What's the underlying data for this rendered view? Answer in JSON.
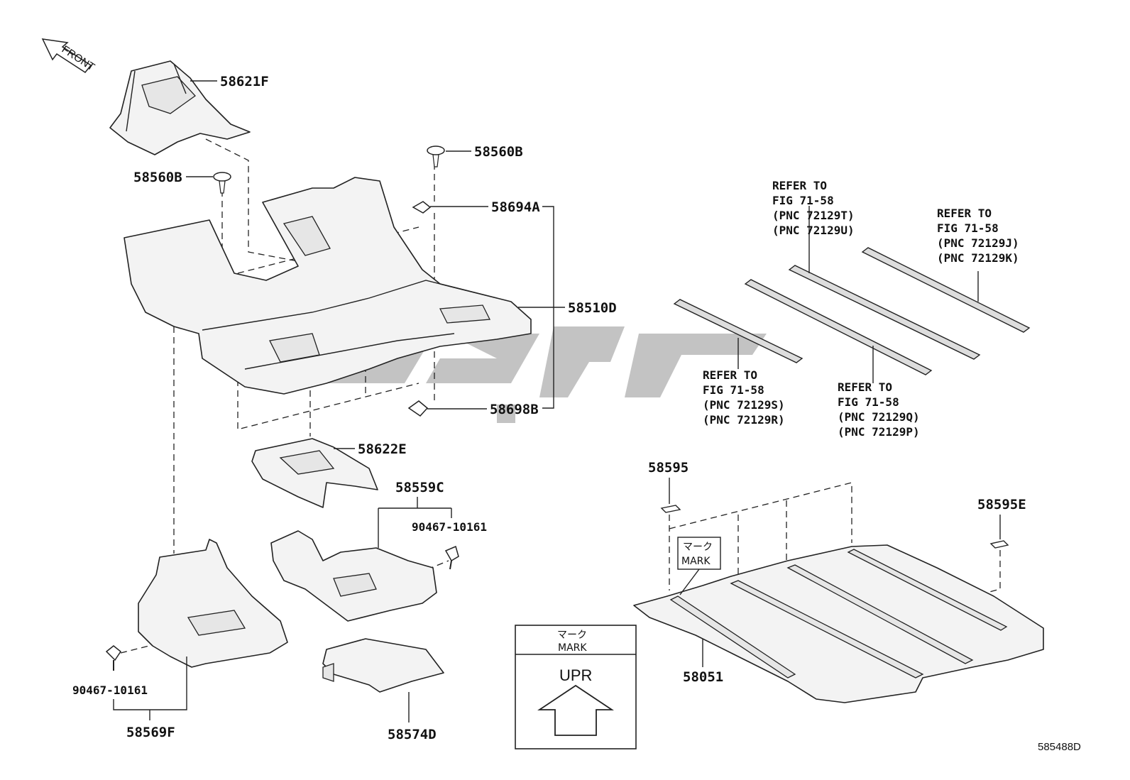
{
  "front_arrow": {
    "label": "FRONT"
  },
  "parts": {
    "p58621F": "58621F",
    "p58560B_a": "58560B",
    "p58560B_b": "58560B",
    "p58694A": "58694A",
    "p58510D": "58510D",
    "p58698B": "58698B",
    "p58622E": "58622E",
    "p58559C": "58559C",
    "p90467_a": "90467-10161",
    "p90467_b": "90467-10161",
    "p58569F": "58569F",
    "p58574D": "58574D",
    "p58595": "58595",
    "p58595E": "58595E",
    "p58051": "58051"
  },
  "refs": {
    "ref1": [
      "REFER TO",
      "FIG 71-58",
      "(PNC 72129T)",
      "(PNC 72129U)"
    ],
    "ref2": [
      "REFER TO",
      "FIG 71-58",
      "(PNC 72129J)",
      "(PNC 72129K)"
    ],
    "ref3": [
      "REFER TO",
      "FIG 71-58",
      "(PNC 72129S)",
      "(PNC 72129R)"
    ],
    "ref4": [
      "REFER TO",
      "FIG 71-58",
      "(PNC 72129Q)",
      "(PNC 72129P)"
    ]
  },
  "mark_callout": {
    "jp": "マーク",
    "en": "MARK"
  },
  "legend_box": {
    "jp": "マーク",
    "en": "MARK",
    "arrow_label": "UPR"
  },
  "diagram_id": "585488D"
}
